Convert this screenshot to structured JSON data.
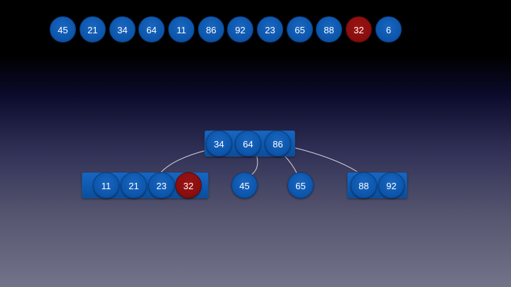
{
  "colors": {
    "node_fill": "#0d57ad",
    "highlight_fill": "#8a0f0f",
    "edge": "#d4d4e0"
  },
  "sequence": [
    {
      "value": "45",
      "highlight": false
    },
    {
      "value": "21",
      "highlight": false
    },
    {
      "value": "34",
      "highlight": false
    },
    {
      "value": "64",
      "highlight": false
    },
    {
      "value": "11",
      "highlight": false
    },
    {
      "value": "86",
      "highlight": false
    },
    {
      "value": "92",
      "highlight": false
    },
    {
      "value": "23",
      "highlight": false
    },
    {
      "value": "65",
      "highlight": false
    },
    {
      "value": "88",
      "highlight": false
    },
    {
      "value": "32",
      "highlight": true
    },
    {
      "value": "6",
      "highlight": false
    }
  ],
  "tree": {
    "root": {
      "keys": [
        "34",
        "64",
        "86"
      ]
    },
    "children": [
      {
        "keys": [
          "11",
          "21",
          "23",
          "32"
        ],
        "highlight_key": "32"
      },
      {
        "keys": [
          "45"
        ]
      },
      {
        "keys": [
          "65"
        ]
      },
      {
        "keys": [
          "88",
          "92"
        ]
      }
    ]
  }
}
